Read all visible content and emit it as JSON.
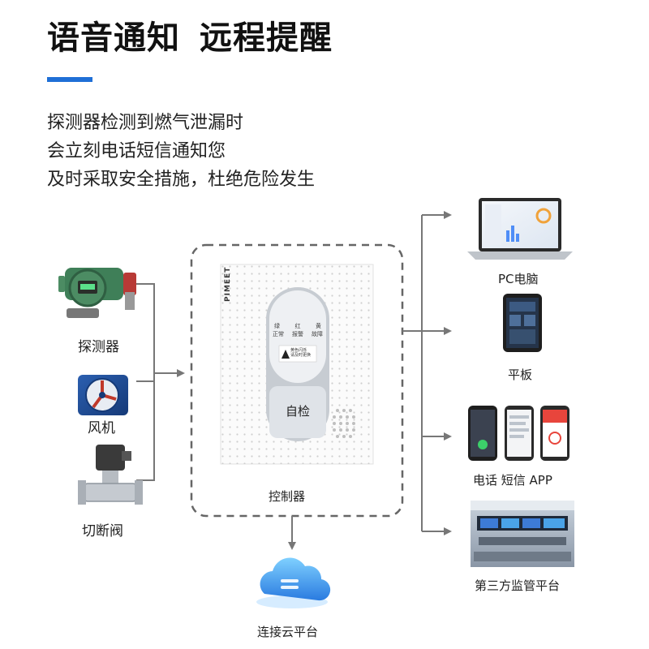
{
  "header": {
    "title_part1": "语音通知",
    "title_part2": "远程提醒"
  },
  "description": {
    "lines": [
      "探测器检测到燃气泄漏时",
      "会立刻电话短信通知您",
      "及时采取安全措施，杜绝危险发生"
    ]
  },
  "inputs": {
    "detector_label": "探测器",
    "fan_label": "风机",
    "valve_label": "切断阀"
  },
  "controller": {
    "label": "控制器",
    "brand": "PIMEET",
    "indicators": [
      "绿",
      "红",
      "黄"
    ],
    "indicator_labels": [
      "正常",
      "报警",
      "故障"
    ],
    "warning_line1": "黄色闪烁",
    "warning_line2": "请及时更换",
    "self_test_label": "自检"
  },
  "cloud": {
    "label": "连接云平台"
  },
  "outputs": {
    "pc_label": "PC电脑",
    "tablet_label": "平板",
    "phone_label": "电话 短信 APP",
    "monitor_label": "第三方监管平台"
  },
  "colors": {
    "accent": "#1f6fd6",
    "arrow": "#777777",
    "dash_border": "#666666"
  }
}
